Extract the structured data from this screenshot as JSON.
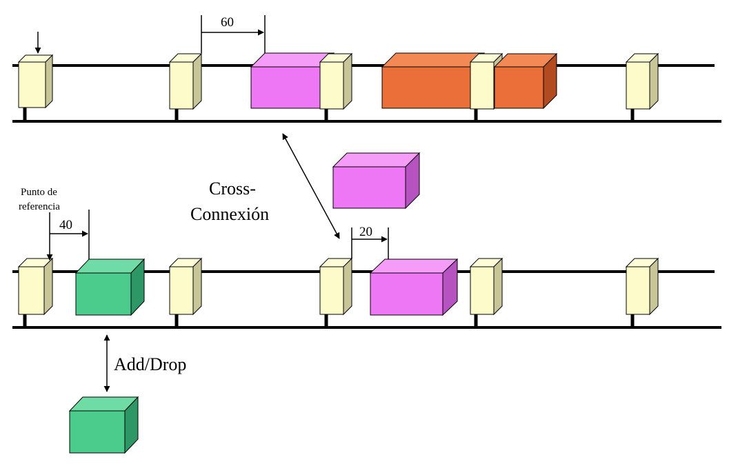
{
  "labels": {
    "top_offset": "60",
    "ref_line1": "Punto de",
    "ref_line2": "referencia",
    "left_offset": "40",
    "mid_offset": "20",
    "cross_line1": "Cross-",
    "cross_line2": "Connexión",
    "add_drop": "Add/Drop"
  },
  "colors": {
    "frame_marker": "#fdfbc9",
    "pink_box": "#ee77f5",
    "orange_box": "#eb6f38",
    "green_box": "#4ccc8c",
    "line": "#000000"
  }
}
